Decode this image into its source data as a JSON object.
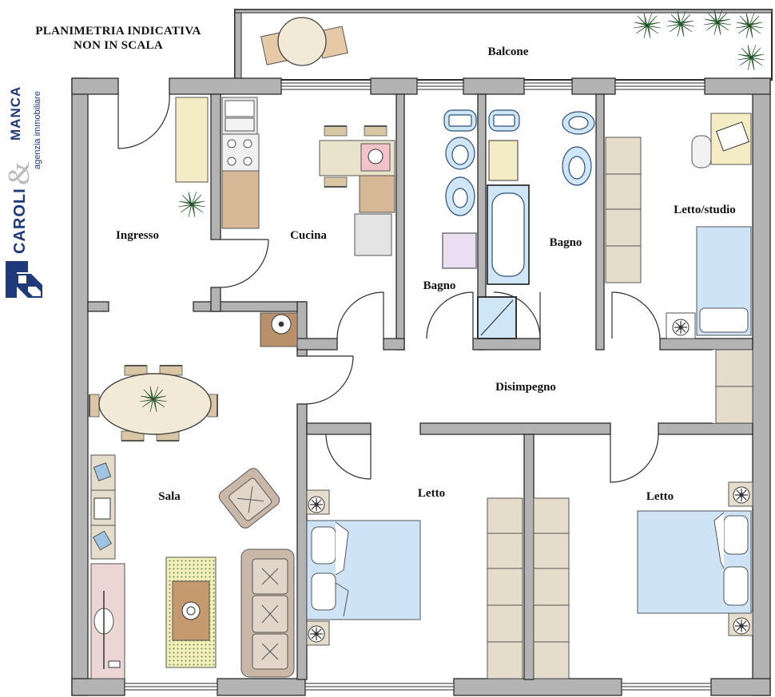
{
  "title": {
    "line1": "PLANIMETRIA INDICATIVA",
    "line2": "NON IN SCALA"
  },
  "logo": {
    "name_left": "CAROLI",
    "ampersand": "&",
    "name_right": "MANCA",
    "subtitle": "agenzia immobiliare",
    "brand_color": "#1f3a7a"
  },
  "rooms": {
    "balcone": "Balcone",
    "ingresso": "Ingresso",
    "cucina": "Cucina",
    "bagno_small": "Bagno",
    "bagno_large": "Bagno",
    "letto_studio": "Letto/studio",
    "disimpegno": "Disimpegno",
    "sala": "Sala",
    "letto_center": "Letto",
    "letto_right": "Letto"
  },
  "colors": {
    "wall": "#b3b3b3",
    "wall_stroke": "#2b2b2b",
    "furniture_beige": "#e6dccb",
    "furniture_tan": "#d6b896",
    "bed_blue": "#cfe3f6",
    "sanitary_blue": "#cfe6f6",
    "sofa": "#c9b8a8",
    "plant": "#2e6b2e"
  }
}
